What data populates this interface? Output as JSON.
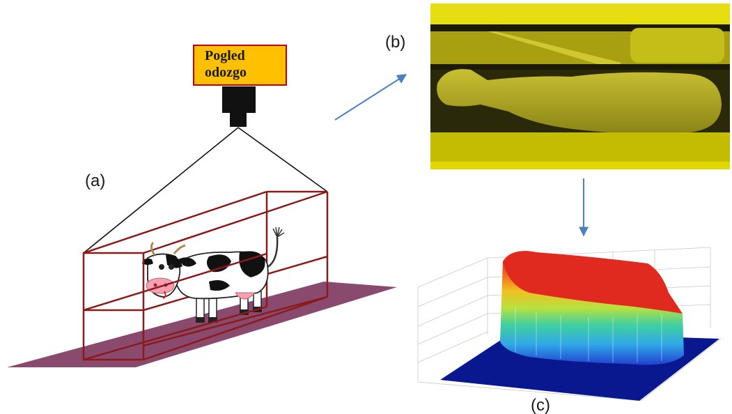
{
  "camera": {
    "label_line1": "Pogled",
    "label_line2": "odozgo"
  },
  "panels": {
    "a": "(a)",
    "b": "(b)",
    "c": "(c)"
  },
  "colors": {
    "label_box_fill": "#ffc000",
    "label_box_border": "#c00000",
    "frame_color": "#8b1a1a",
    "floor_color": "#8a4a6e",
    "arrow_color": "#4a7fc0",
    "depth_yellow": "#e8e000",
    "surface_base": "#0a1890"
  }
}
